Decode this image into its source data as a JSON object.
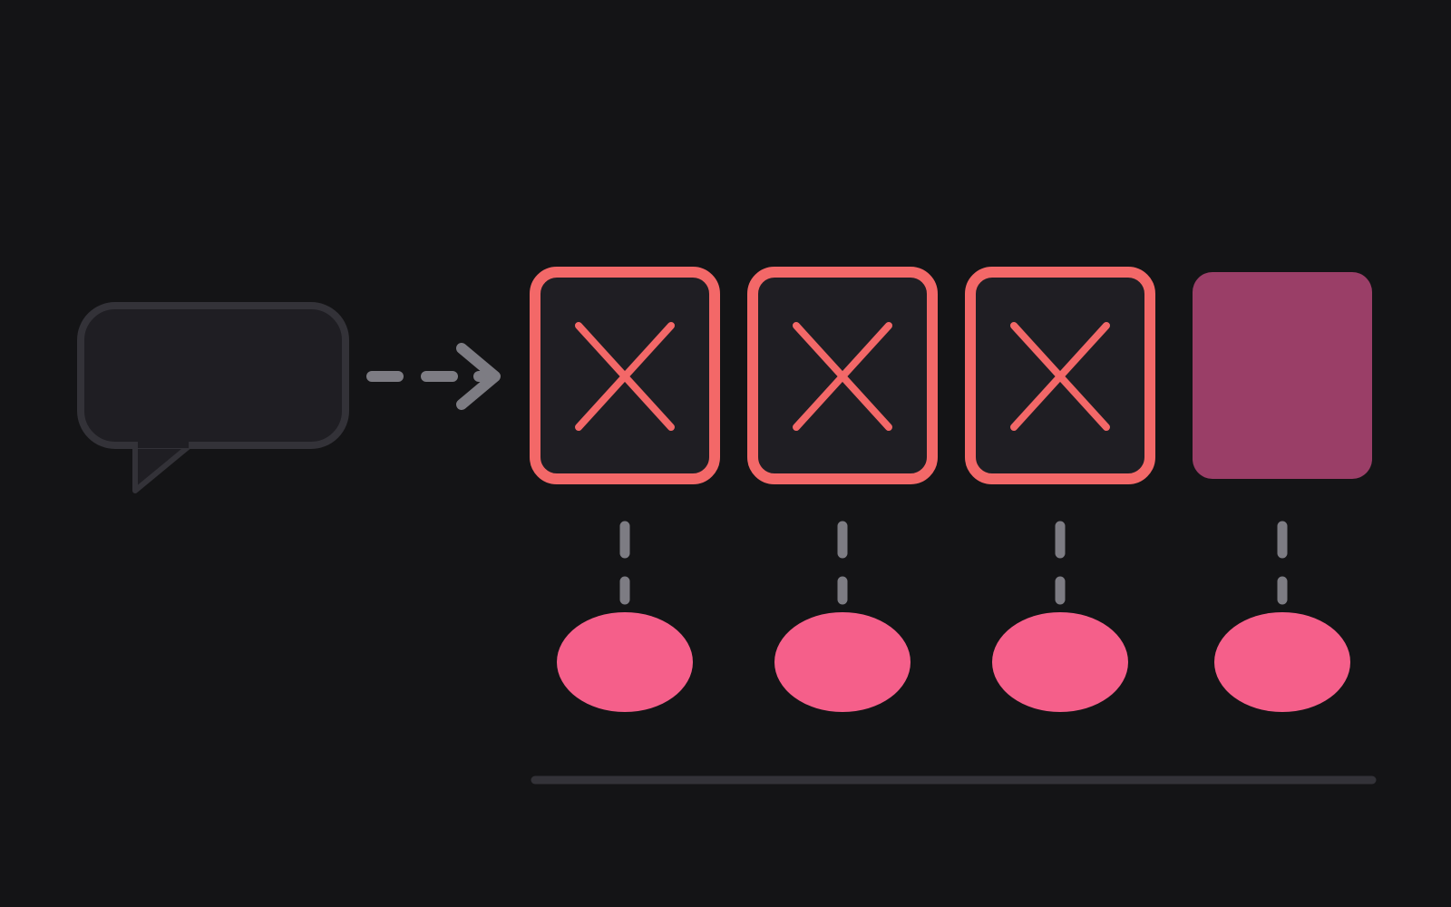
{
  "colors": {
    "background": "#141416",
    "bubble_fill": "#1f1e23",
    "bubble_stroke": "#333238",
    "arrow": "#7d7c83",
    "rejected_stroke": "#f36868",
    "rejected_fill": "#1f1e23",
    "accepted_fill": "#9a3e67",
    "connector": "#7d7c83",
    "node_fill": "#f55f8a",
    "baseline": "#333238"
  },
  "diagram": {
    "prompt_icon": "speech-bubble-icon",
    "arrow_icon": "dashed-arrow-right-icon",
    "candidates": [
      {
        "state": "rejected",
        "icon": "x-mark-icon"
      },
      {
        "state": "rejected",
        "icon": "x-mark-icon"
      },
      {
        "state": "rejected",
        "icon": "x-mark-icon"
      },
      {
        "state": "accepted",
        "icon": "filled-box"
      }
    ]
  }
}
